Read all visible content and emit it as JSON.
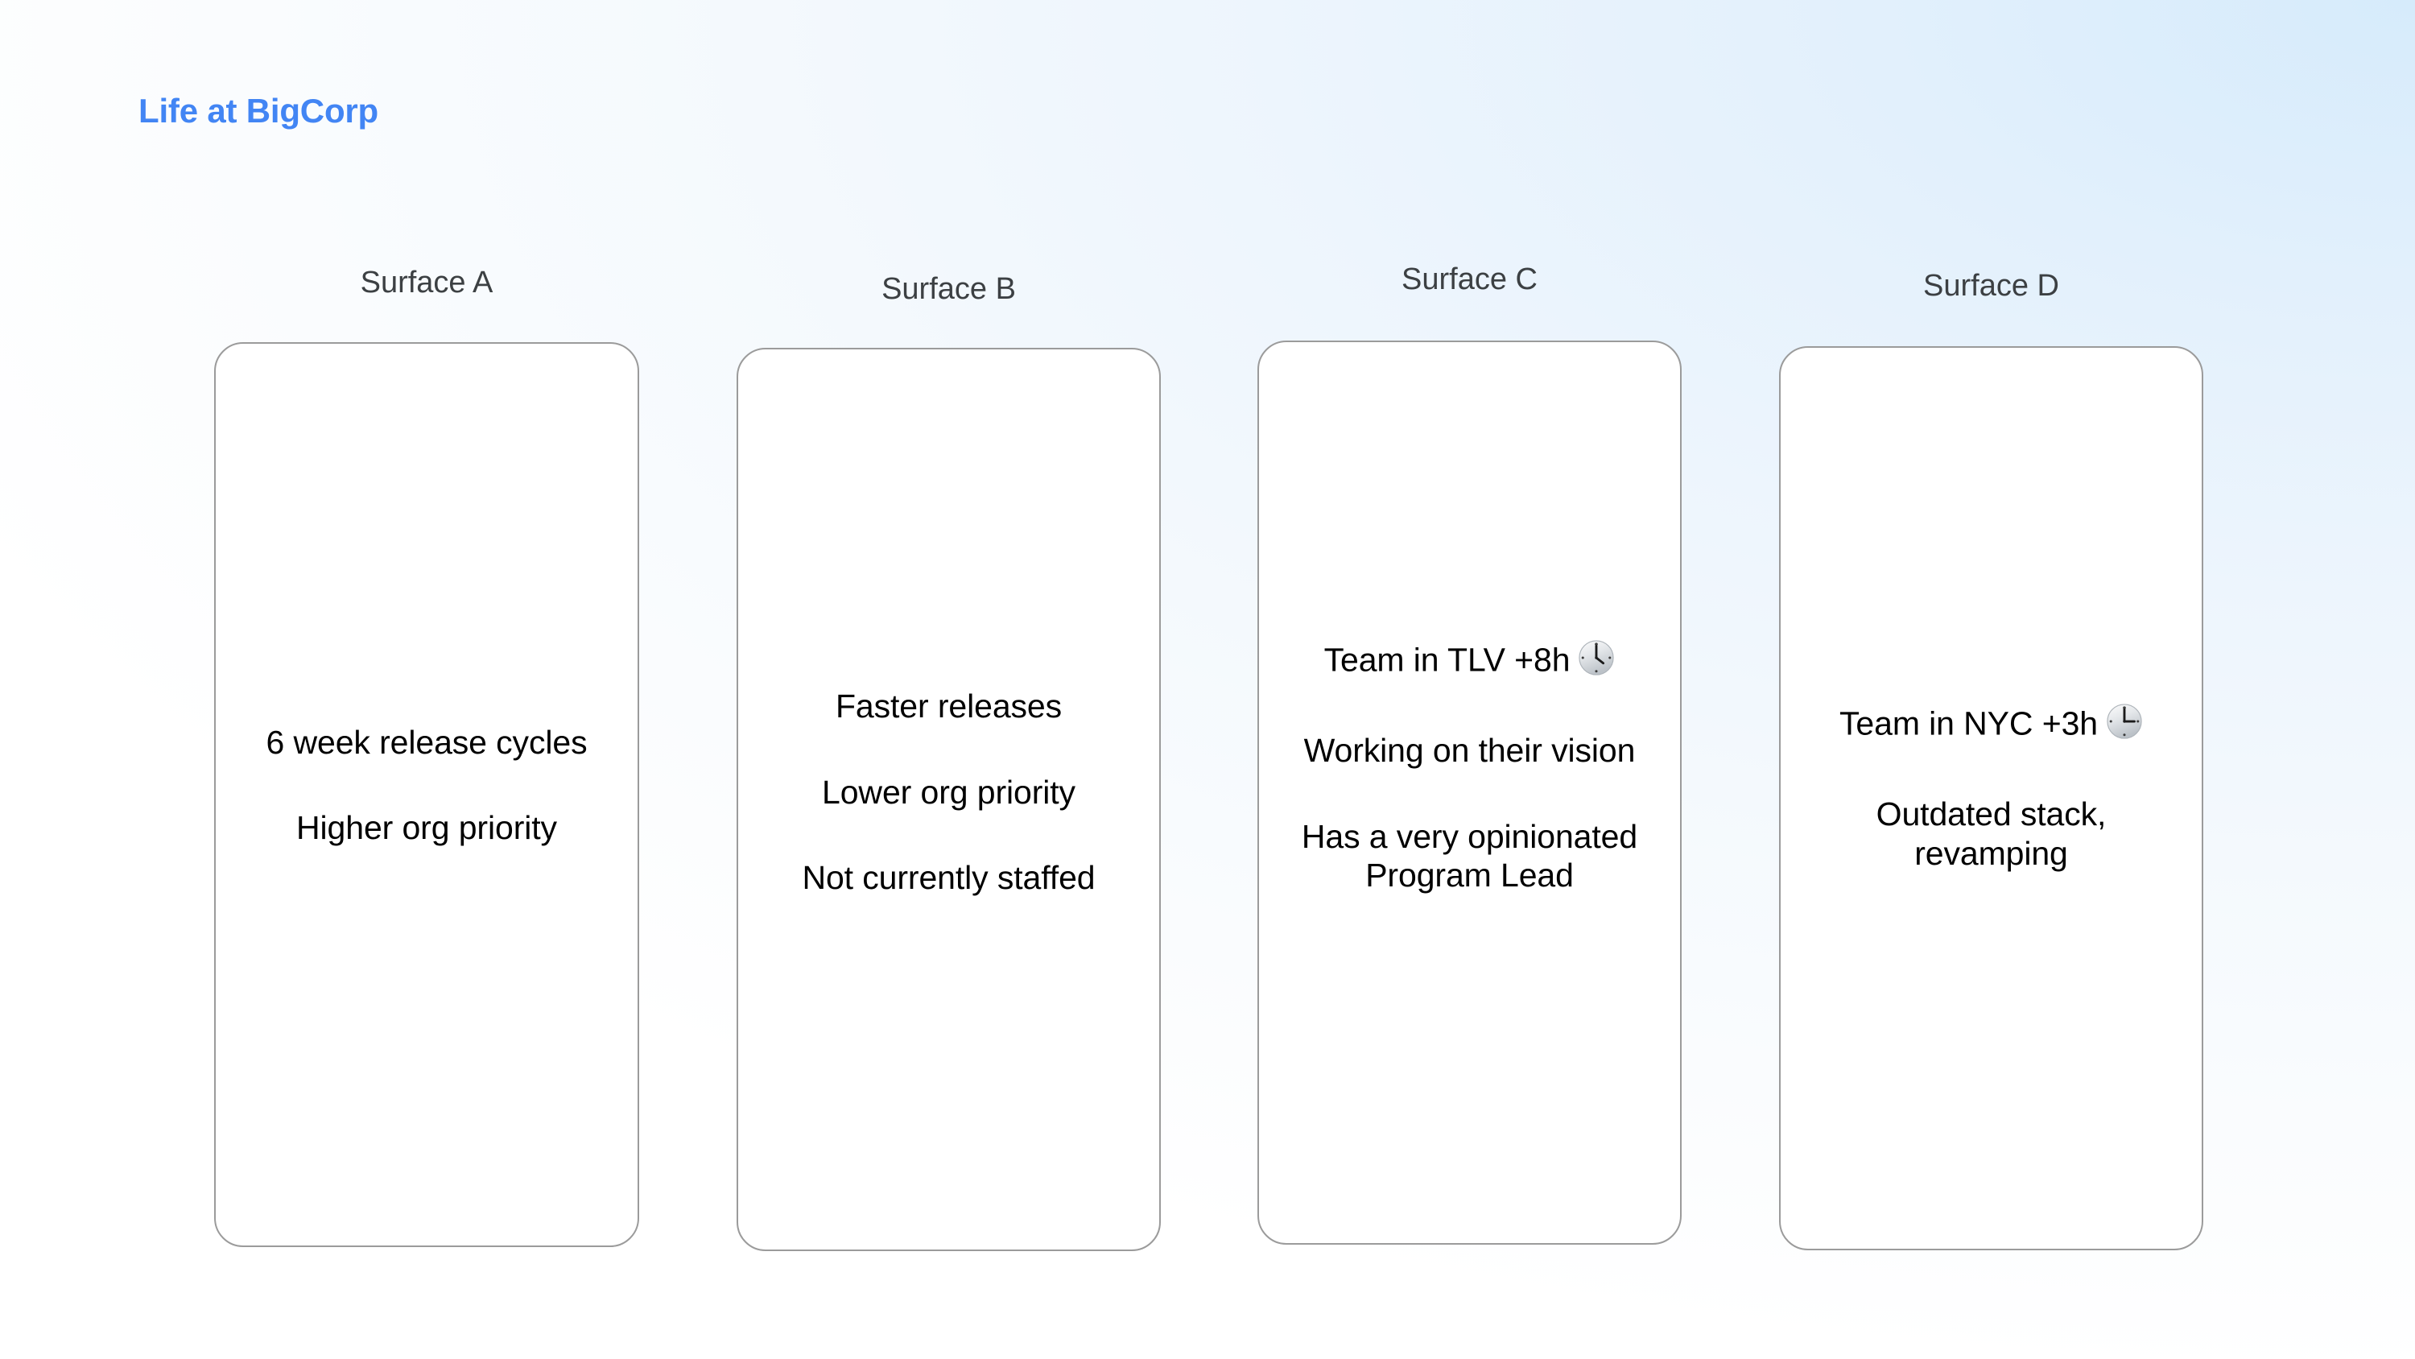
{
  "slide": {
    "title": "Life at BigCorp",
    "title_color": "#4285f4",
    "background_accent": "#d6ebfb",
    "card_border_color": "#9b9b9b",
    "text_color": "#000000",
    "header_color": "#3c4043"
  },
  "columns": [
    {
      "header": "Surface A",
      "lines": [
        "6 week release cycles",
        "Higher org priority"
      ],
      "line_1": "6 week release cycles",
      "line_2": "Higher org priority"
    },
    {
      "header": "Surface B",
      "lines": [
        "Faster releases",
        "Lower org priority",
        "Not currently staffed"
      ],
      "line_1": "Faster releases",
      "line_2": "Lower org priority",
      "line_3": "Not currently staffed"
    },
    {
      "header": "Surface C",
      "lines": [
        "Team in TLV +8h",
        "Working on their vision",
        "Has a very opinionated Program Lead"
      ],
      "line_1": "Team in TLV +8h",
      "line_1_icon": "clock-four-icon",
      "line_2": "Working on their vision",
      "line_3": "Has a very opinionated Program Lead"
    },
    {
      "header": "Surface D",
      "lines": [
        "Team in NYC +3h",
        "Outdated stack, revamping"
      ],
      "line_1": "Team in NYC +3h",
      "line_1_icon": "clock-three-icon",
      "line_2": "Outdated stack, revamping"
    }
  ]
}
